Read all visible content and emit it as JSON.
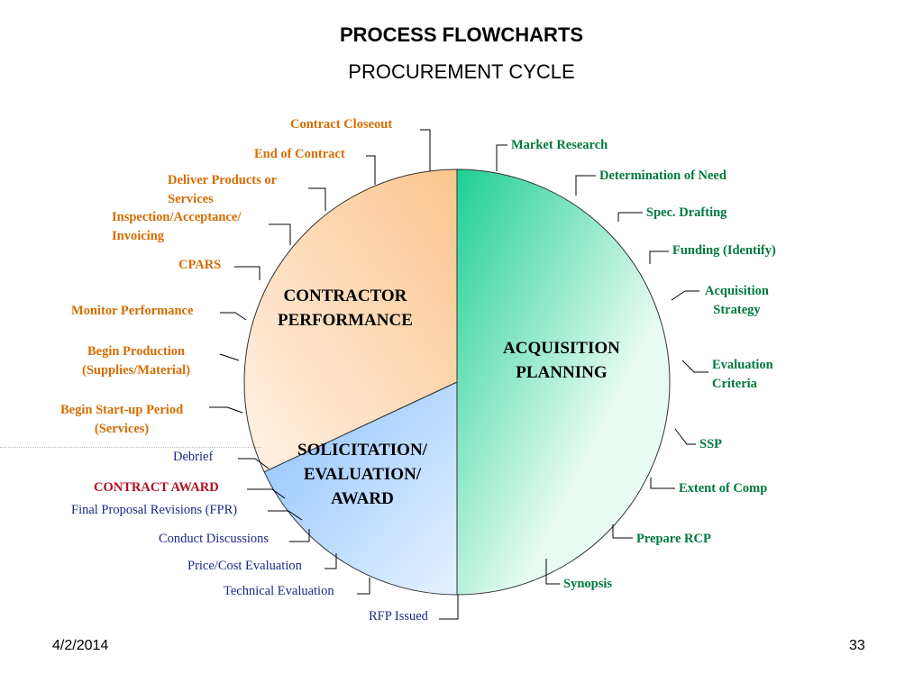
{
  "title": "PROCESS FLOWCHARTS",
  "subtitle": "PROCUREMENT CYCLE",
  "segments": {
    "contractor_performance": {
      "line1": "CONTRACTOR",
      "line2": "PERFORMANCE",
      "color_start": "#fbc58e",
      "color_end": "#fff2e6"
    },
    "acquisition_planning": {
      "line1": "ACQUISITION",
      "line2": "PLANNING",
      "color_start": "#1ecf93",
      "color_end": "#e8fbf2"
    },
    "solicitation": {
      "line1": "SOLICITATION/",
      "line2": "EVALUATION/",
      "line3": "AWARD",
      "color_start": "#8cc2ff",
      "color_end": "#e6f1ff"
    }
  },
  "labels": {
    "contract_closeout": "Contract Closeout",
    "end_of_contract": "End of Contract",
    "deliver_products_1": "Deliver Products or",
    "deliver_products_2": "Services",
    "inspection_1": "Inspection/Acceptance/",
    "inspection_2": "Invoicing",
    "cpars": "CPARS",
    "monitor_performance": "Monitor Performance",
    "begin_production_1": "Begin Production",
    "begin_production_2": "(Supplies/Material)",
    "begin_startup_1": "Begin Start-up Period",
    "begin_startup_2": "(Services)",
    "market_research": "Market Research",
    "determination_of_need": "Determination of Need",
    "spec_drafting": "Spec. Drafting",
    "funding": "Funding (Identify)",
    "acquisition_strategy_1": "Acquisition",
    "acquisition_strategy_2": "Strategy",
    "evaluation_criteria_1": "Evaluation",
    "evaluation_criteria_2": "Criteria",
    "ssp": "SSP",
    "extent_of_comp": "Extent of Comp",
    "prepare_rcp": "Prepare RCP",
    "synopsis": "Synopsis",
    "debrief": "Debrief",
    "contract_award": "CONTRACT AWARD",
    "fpr": "Final Proposal Revisions (FPR)",
    "conduct_discussions": "Conduct Discussions",
    "price_cost_evaluation": "Price/Cost Evaluation",
    "technical_evaluation": "Technical Evaluation",
    "rfp_issued": "RFP Issued"
  },
  "footer": {
    "date": "4/2/2014",
    "page": "33"
  }
}
